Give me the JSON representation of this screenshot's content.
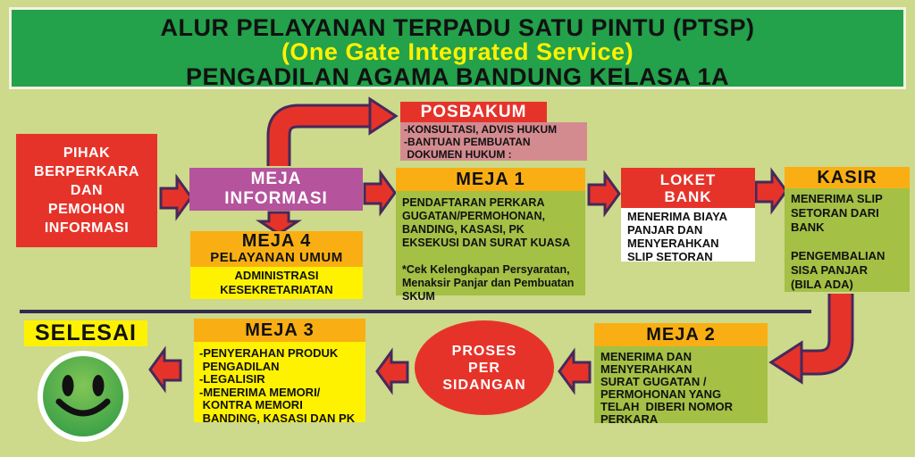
{
  "banner": {
    "line1": "ALUR PELAYANAN TERPADU SATU PINTU (PTSP)",
    "line2": "(One Gate Integrated Service)",
    "line3": "PENGADILAN AGAMA BANDUNG KELASA 1A"
  },
  "nodes": {
    "pihak": {
      "label": "PIHAK\nBERPERKARA\nDAN\nPEMOHON\nINFORMASI"
    },
    "meja_informasi": {
      "label": "MEJA\nINFORMASI"
    },
    "posbakum": {
      "title": "POSBAKUM",
      "body": "-KONSULTASI, ADVIS HUKUM\n-BANTUAN PEMBUATAN\n DOKUMEN HUKUM :"
    },
    "meja4": {
      "title": "MEJA 4",
      "subtitle": "PELAYANAN UMUM",
      "body": "ADMINISTRASI\nKESEKRETARIATAN"
    },
    "meja1": {
      "title": "MEJA 1",
      "body": "PENDAFTARAN PERKARA\nGUGATAN/PERMOHONAN,\nBANDING, KASASI, PK\nEKSEKUSI DAN SURAT KUASA\n\n*Cek Kelengkapan Persyaratan,\nMenaksir Panjar dan Pembuatan\nSKUM"
    },
    "loket_bank": {
      "title": "LOKET\nBANK",
      "body": "MENERIMA BIAYA\nPANJAR DAN\nMENYERAHKAN\nSLIP SETORAN"
    },
    "kasir": {
      "title": "KASIR",
      "body": "MENERIMA SLIP\nSETORAN DARI\nBANK\n\nPENGEMBALIAN\nSISA PANJAR\n(BILA ADA)"
    },
    "meja2": {
      "title": "MEJA 2",
      "body": "MENERIMA DAN\nMENYERAHKAN\nSURAT GUGATAN /\nPERMOHONAN YANG\nTELAH  DIBERI NOMOR\nPERKARA"
    },
    "proses": {
      "label": "PROSES\nPER\nSIDANGAN"
    },
    "meja3": {
      "title": "MEJA 3",
      "body": "-PENYERAHAN PRODUK\n PENGADILAN\n-LEGALISIR\n-MENERIMA MEMORI/\n KONTRA MEMORI\n BANDING, KASASI DAN PK"
    },
    "selesai": {
      "label": "SELESAI"
    }
  },
  "colors": {
    "background": "#cdd98b",
    "banner_green": "#23a14b",
    "banner_border": "#f5f2e3",
    "red": "#e6332a",
    "purple": "#b5539c",
    "orange": "#f9af13",
    "yellow": "#fff200",
    "olive": "#a4c045",
    "pink": "#d48b90",
    "white": "#ffffff",
    "arrow_outline": "#46295b",
    "divider": "#322a52",
    "smiley_green_light": "#82c655",
    "smiley_green_dark": "#2f9a45"
  }
}
